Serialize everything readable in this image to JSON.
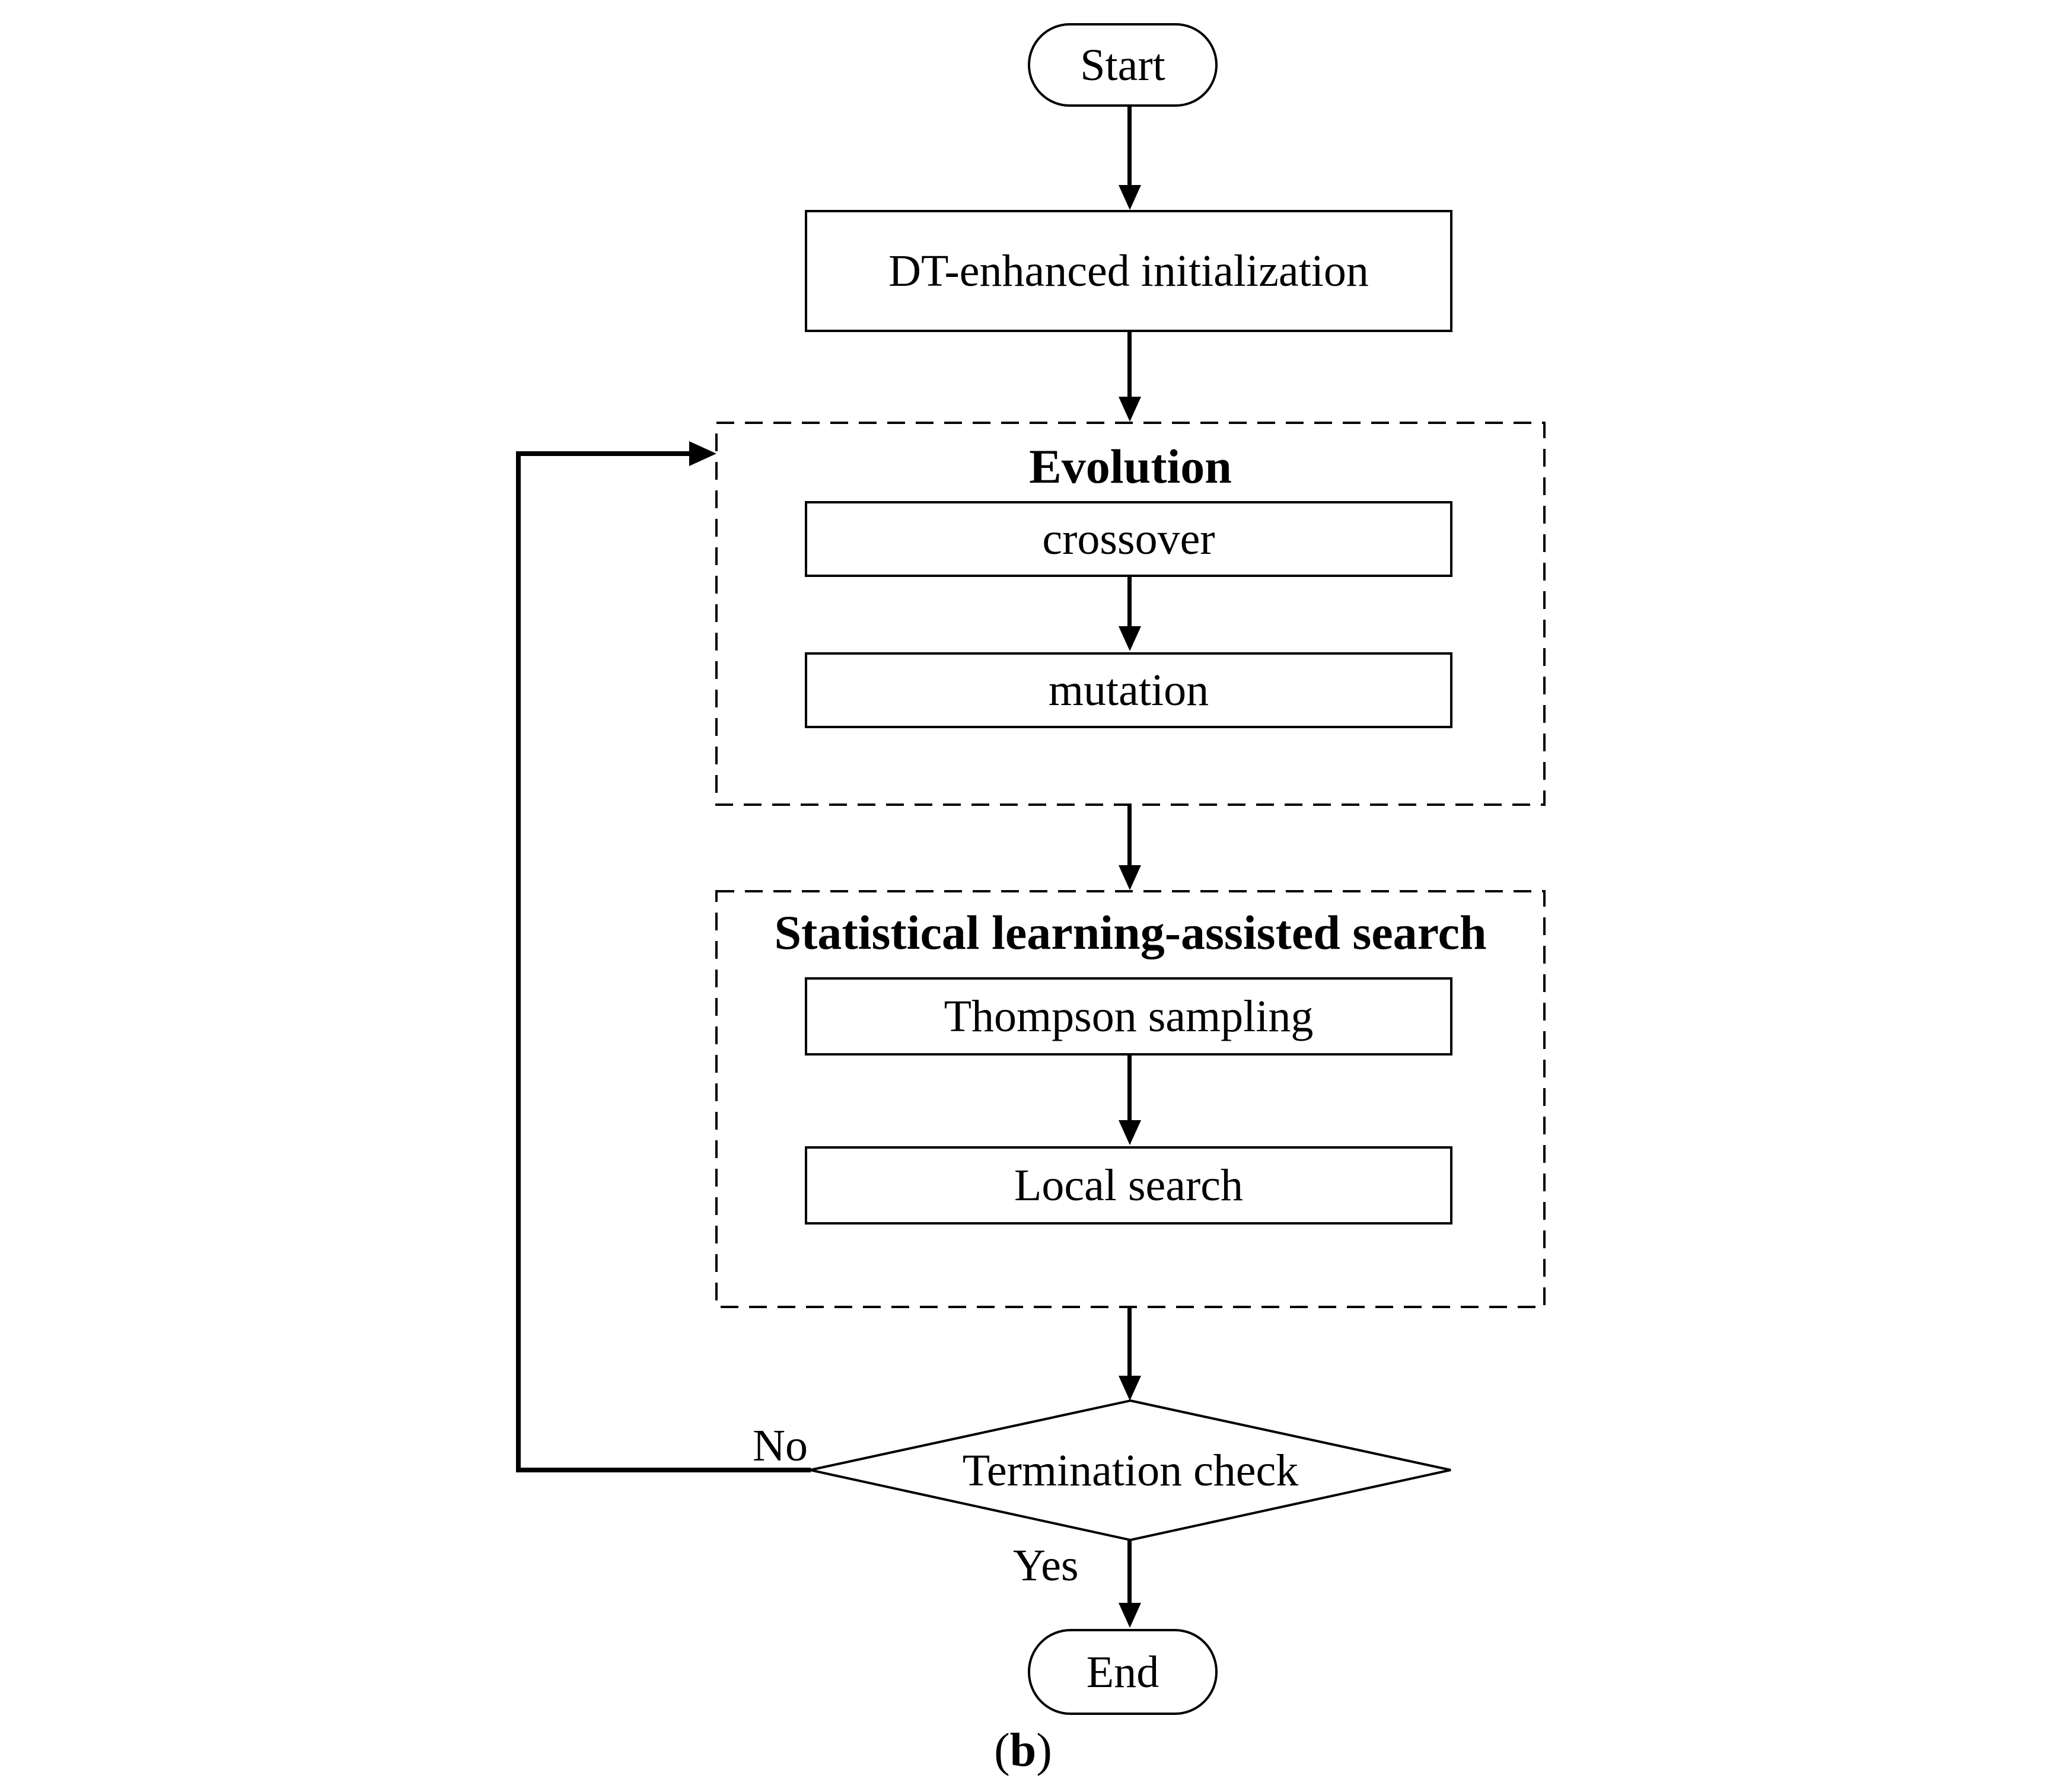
{
  "figure": {
    "background_color": "#ffffff",
    "line_color": "#000000",
    "caption": {
      "prefix": "(",
      "letter": "b",
      "suffix": ")"
    }
  },
  "nodes": {
    "start": {
      "label": "Start"
    },
    "init": {
      "label": "DT-enhanced initialization"
    },
    "evolution_group": {
      "title": "Evolution"
    },
    "crossover": {
      "label": "crossover"
    },
    "mutation": {
      "label": "mutation"
    },
    "statistical_group": {
      "title": "Statistical learning-assisted search"
    },
    "thompson": {
      "label": "Thompson sampling"
    },
    "local_search": {
      "label": "Local search"
    },
    "termination": {
      "label": "Termination check"
    },
    "end": {
      "label": "End"
    }
  },
  "edges": {
    "no": {
      "label": "No"
    },
    "yes": {
      "label": "Yes"
    }
  }
}
